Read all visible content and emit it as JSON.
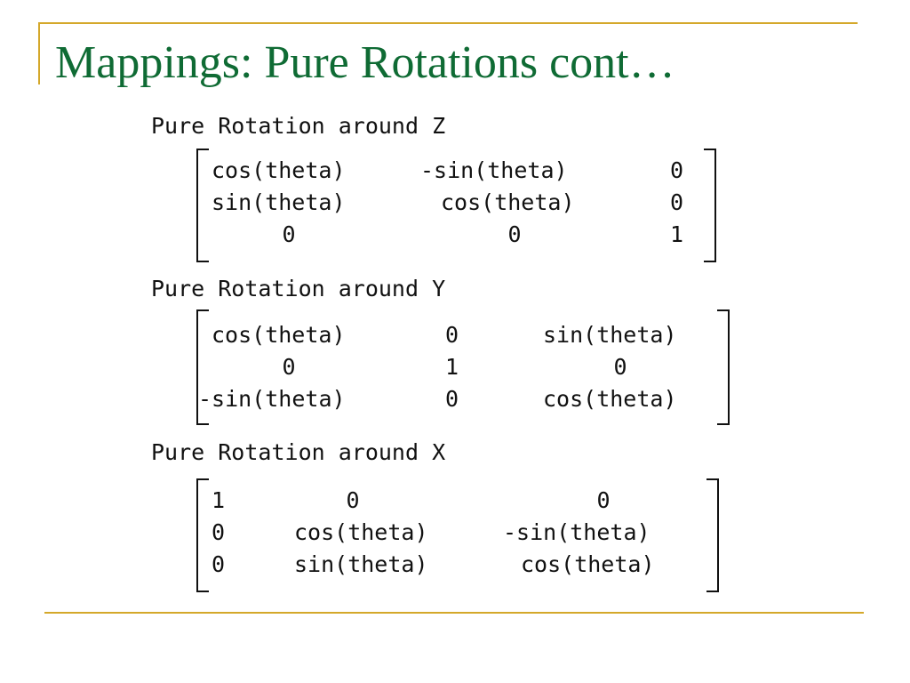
{
  "slide": {
    "title": "Mappings: Pure Rotations cont…"
  },
  "sections": [
    {
      "heading": "Pure Rotation around Z",
      "matrix": [
        [
          "cos(theta)",
          "-sin(theta)",
          "0"
        ],
        [
          "sin(theta)",
          "cos(theta)",
          "0"
        ],
        [
          "0",
          "0",
          "1"
        ]
      ]
    },
    {
      "heading": "Pure Rotation around Y",
      "matrix": [
        [
          "cos(theta)",
          "0",
          "sin(theta)"
        ],
        [
          "0",
          "1",
          "0"
        ],
        [
          "-sin(theta)",
          "0",
          "cos(theta)"
        ]
      ]
    },
    {
      "heading": "Pure Rotation around X",
      "matrix": [
        [
          "1",
          "0",
          "0"
        ],
        [
          "0",
          "cos(theta)",
          "-sin(theta)"
        ],
        [
          "0",
          "sin(theta)",
          "cos(theta)"
        ]
      ]
    }
  ],
  "colors": {
    "title": "#0f6b34",
    "accent_lines": "#d4a82a",
    "text": "#111111"
  }
}
